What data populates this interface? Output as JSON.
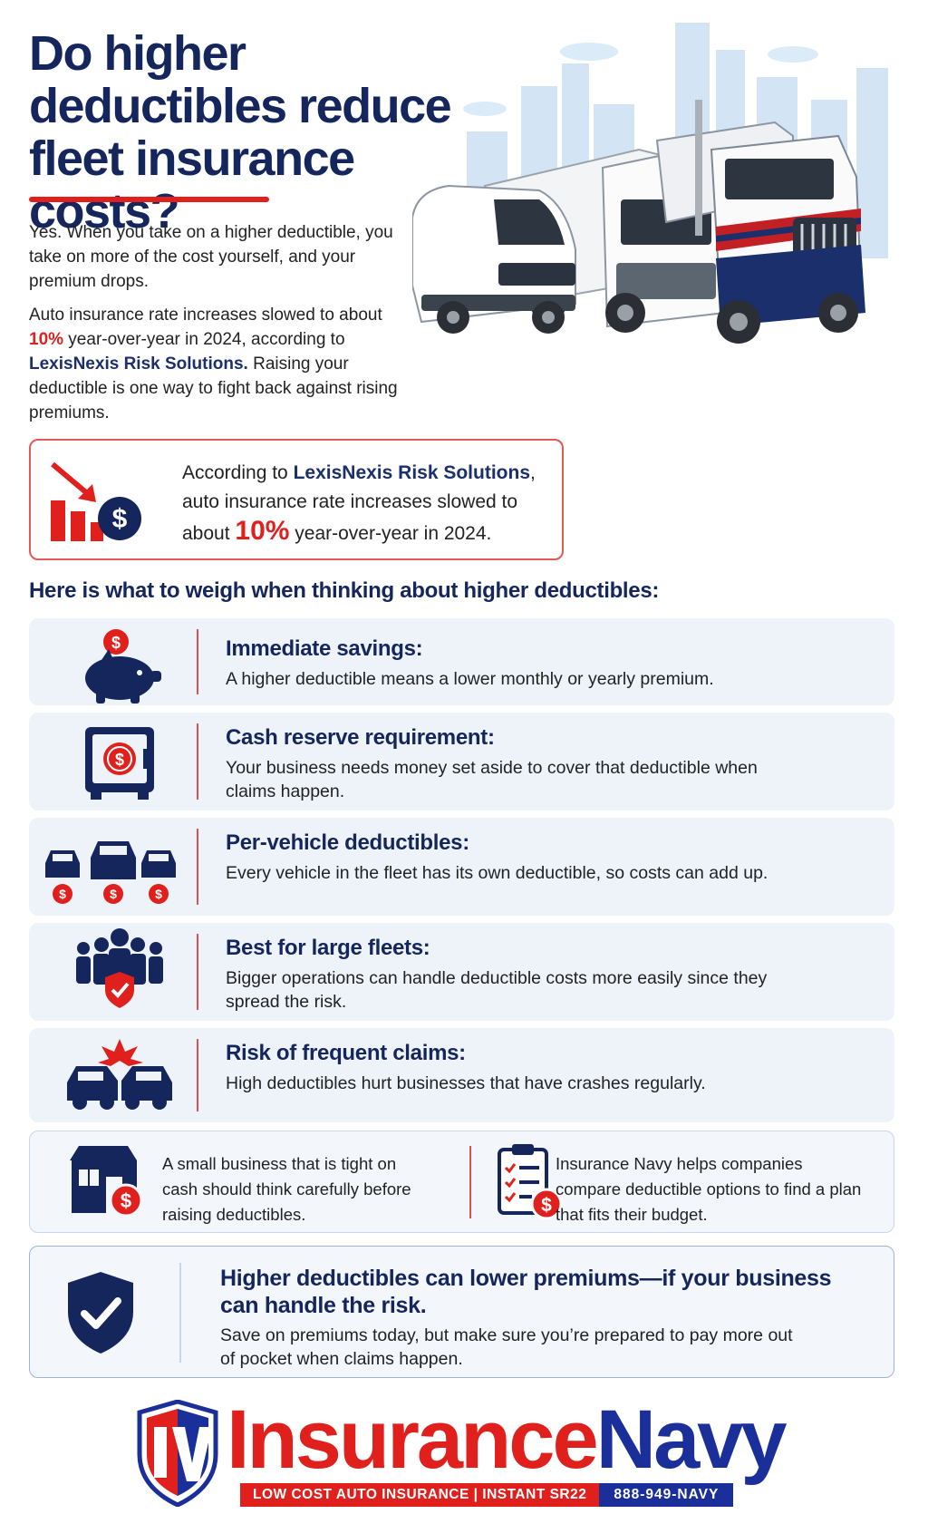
{
  "header": {
    "title": "Do higher deductibles reduce fleet insurance costs?",
    "intro_1": "Yes. When you take on a higher deductible, you take on more of the cost yourself, and your premium drops.",
    "intro_2": {
      "a": "Auto insurance rate increases slowed to about ",
      "pct": "10%",
      "b": " year-over-year in 2024, according to ",
      "source": "LexisNexis Risk Solutions.",
      "c": " Raising your deductible is one way to fight back against rising premiums."
    }
  },
  "stat_box": {
    "a": "According to ",
    "source": "LexisNexis Risk Solutions",
    "b": ", auto insurance rate increases slowed to about ",
    "pct": "10%",
    "c": " year-over-year in 2024.",
    "icon": "chart-down-dollar-icon"
  },
  "weigh": {
    "heading": "Here is what to weigh when thinking about higher deductibles:",
    "items": [
      {
        "title": "Immediate savings:",
        "desc": "A higher deductible means a lower monthly or yearly premium.",
        "icon": "piggy-bank-icon"
      },
      {
        "title": "Cash reserve requirement:",
        "desc": "Your business needs money set aside to cover that deductible when claims happen.",
        "icon": "safe-icon"
      },
      {
        "title": "Per-vehicle deductibles:",
        "desc": "Every vehicle in the fleet has its own deductible, so costs can add up.",
        "icon": "cars-dollar-icon"
      },
      {
        "title": "Best for large fleets:",
        "desc": "Bigger operations can handle deductible costs more easily since they spread the risk.",
        "icon": "group-shield-icon"
      },
      {
        "title": "Risk of frequent claims:",
        "desc": "High deductibles hurt businesses that have crashes regularly.",
        "icon": "car-crash-icon"
      }
    ]
  },
  "dual": {
    "left": "A small business that is tight on cash should think carefully before raising deductibles.",
    "right": "Insurance Navy helps companies compare deductible options to find a plan that fits their budget."
  },
  "final": {
    "title": "Higher deductibles can lower premiums—if your business can handle the risk.",
    "desc": "Save on premiums today, but make sure you’re prepared to pay more out of pocket when claims happen."
  },
  "logo": {
    "word_1": "Insurance",
    "word_2": "Navy",
    "tagline": "LOW COST AUTO INSURANCE | INSTANT SR22",
    "phone": "888-949-NAVY"
  },
  "colors": {
    "navy": "#14265c",
    "red": "#e0201c",
    "card_bg": "#eef3fa"
  }
}
